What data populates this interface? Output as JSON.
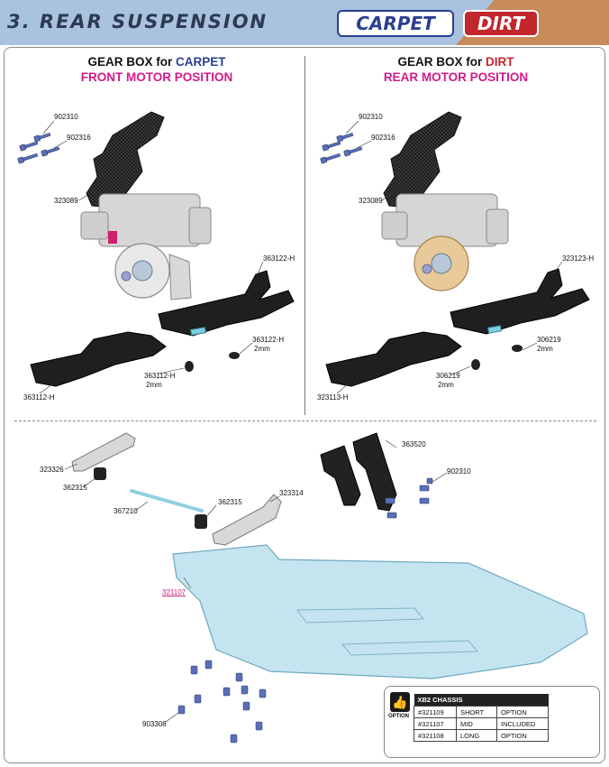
{
  "header": {
    "title": "3. REAR SUSPENSION",
    "badge_carpet": "CARPET",
    "badge_dirt": "DIRT"
  },
  "left_section": {
    "line1_prefix": "GEAR BOX for ",
    "line1_surface": "CARPET",
    "line2": "FRONT MOTOR POSITION",
    "labels": {
      "p902310": "902310",
      "p902316": "902316",
      "p323089": "323089",
      "p363122h_a": "363122-H",
      "p363122h_b": "363122-H",
      "p363122h_b_sub": "2mm",
      "p363112h": "363112-H",
      "p363112h_sub": "2mm",
      "p363112h_2": "363112-H"
    }
  },
  "right_section": {
    "line1_prefix": "GEAR BOX for ",
    "line1_surface": "DIRT",
    "line2": "REAR MOTOR POSITION",
    "labels": {
      "p902310": "902310",
      "p902316": "902316",
      "p323089": "323089",
      "p323123h": "323123-H",
      "p306219_a": "306219",
      "p306219_a_sub": "2mm",
      "p306219_b": "306219",
      "p306219_b_sub": "2mm",
      "p323113h": "323113-H"
    }
  },
  "bottom_section": {
    "labels": {
      "p323326": "323326",
      "p362315_a": "362315",
      "p367210": "367210",
      "p362315_b": "362315",
      "p323314": "323314",
      "p363520": "363520",
      "p902310": "902310",
      "p321107": "321107",
      "p903308": "903308"
    }
  },
  "option_box": {
    "option_word": "OPTION",
    "title": "XB2 CHASSIS",
    "rows": [
      {
        "part": "#321109",
        "length": "SHORT",
        "status": "OPTION"
      },
      {
        "part": "#321107",
        "length": "MID",
        "status": "INCLUDED"
      },
      {
        "part": "#321108",
        "length": "LONG",
        "status": "OPTION"
      }
    ]
  },
  "colors": {
    "header_bg": "#a9c2dd",
    "carpet_blue": "#2b3f8f",
    "dirt_red": "#c1272d",
    "motor_pink": "#d11b8a",
    "chassis_blue": "#c4e4f0"
  }
}
